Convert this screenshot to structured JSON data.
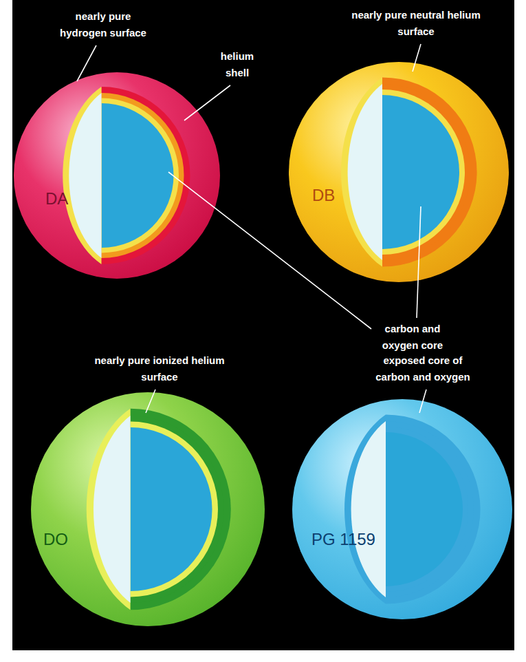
{
  "diagram": {
    "nodes": [
      {
        "text": [
          "DA"
        ]
      },
      {
        "text": [
          "DB"
        ]
      },
      {
        "text": [
          "DO"
        ]
      },
      {
        "text": [
          "PG 1159"
        ]
      }
    ],
    "labels": [
      "nearly pure hydrogen surface",
      "helium shell",
      "nearly pure neutral helium surface",
      "carbon and oxygen core",
      "nearly pure ionized helium surface",
      "exposed core of carbon and oxygen"
    ]
  }
}
